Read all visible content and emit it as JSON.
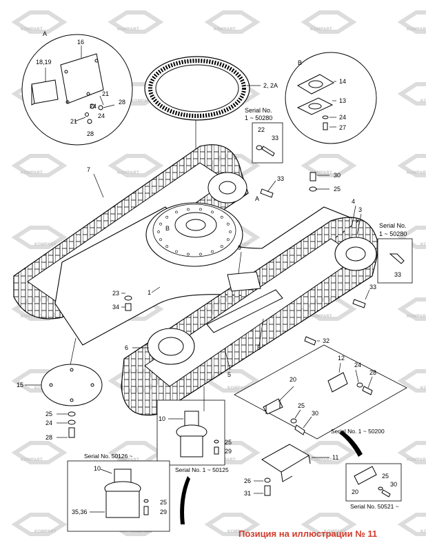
{
  "caption": "Позиция на иллюстрации № 11",
  "watermark": "KOMPART",
  "detail_views": {
    "a": "A",
    "b": "B"
  },
  "callouts": {
    "c1": "1",
    "c2_2a": "2, 2A",
    "c3": "3",
    "c4": "4",
    "c5": "5",
    "c6": "6",
    "c7": "7",
    "c8": "8",
    "c9": "9",
    "c10a": "10",
    "c10b": "10",
    "c11": "11",
    "c12": "12",
    "c13": "13",
    "c14": "14",
    "c15": "15",
    "c16": "16",
    "c18_19": "18,19",
    "c20a": "20",
    "c20b": "20",
    "c21a": "21",
    "c21b": "21",
    "c22": "22",
    "c23": "23",
    "c24a": "24",
    "c24b": "24",
    "c24c": "24",
    "c24d": "24",
    "c25a": "25",
    "c25b": "25",
    "c25c": "25",
    "c25d": "25",
    "c25e": "25",
    "c26": "26",
    "c27": "27",
    "c28a": "28",
    "c28b": "28",
    "c28c": "28",
    "c28d": "28",
    "c29a": "29",
    "c29b": "29",
    "c30a": "30",
    "c30b": "30",
    "c30c": "30",
    "c31": "31",
    "c32": "32",
    "c33a": "33",
    "c33b": "33",
    "c33c": "33",
    "c33d": "33",
    "c34": "34",
    "c35_36": "35,36",
    "a_mark": "A",
    "b_mark": "B"
  },
  "serial_notes": {
    "s50280_top_l1": "Serial No.",
    "s50280_top_l2": "1 ~ 50280",
    "s50280_right_l1": "Serial No.",
    "s50280_right_l2": "1 ~ 50280",
    "s50200": "Serial No. 1 ~ 50200",
    "s50125": "Serial No. 1 ~ 50125",
    "s50126": "Serial No. 50126 ~",
    "s50521": "Serial No. 50521 ~"
  }
}
